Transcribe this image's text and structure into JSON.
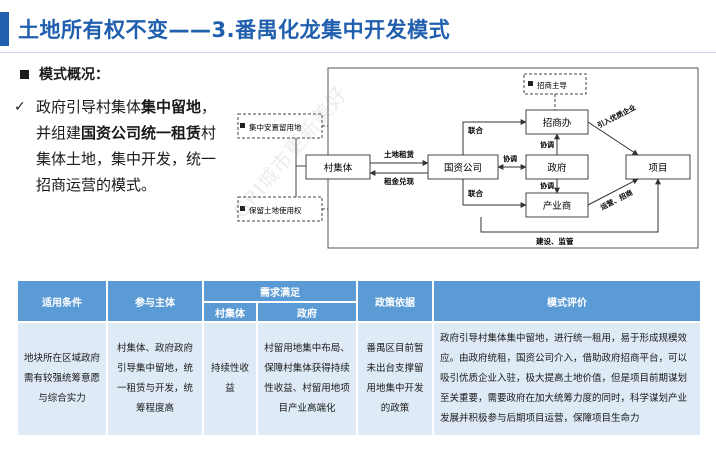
{
  "page": {
    "title": "土地所有权不变——3.番禺化龙集中开发模式"
  },
  "overview": {
    "heading": "模式概况：",
    "bullet_segments": [
      {
        "text": "政府引导村集体",
        "bold": false
      },
      {
        "text": "集中留地",
        "bold": true
      },
      {
        "text": "，并组建",
        "bold": false
      },
      {
        "text": "国资公司统一租赁",
        "bold": true
      },
      {
        "text": "村集体土地，集中开发，统一招商运营的模式。",
        "bold": false
      }
    ]
  },
  "diagram": {
    "nodes": {
      "concentrated_land": "集中安置留用地",
      "reserved_land": "保留土地使用权",
      "village": "村集体",
      "state_company": "国资公司",
      "investment_office": "招商办",
      "government": "政府",
      "industry_bureau": "产业商",
      "project": "项目",
      "investment_lead": "招商主导"
    },
    "labels": {
      "land_lease": "土地租赁",
      "rent_payment": "租金兑现",
      "joint_top": "联合",
      "joint_bottom": "联合",
      "coordinate_left": "协调",
      "coordinate_top": "协调",
      "coordinate_bottom": "协调",
      "attract_enterprise": "引入优质企业",
      "operate_invest": "运营、招商",
      "build_supervise": "建设、监管"
    }
  },
  "table": {
    "headers": {
      "condition": "适用条件",
      "participants": "参与主体",
      "demand": "需求满足",
      "village_col": "村集体",
      "gov_col": "政府",
      "policy": "政策依据",
      "evaluation": "模式评价"
    },
    "row": {
      "condition": "地块所在区域政府需有较强统筹意愿与综合实力",
      "participants": "村集体、政府政府引导集中留地，统一租赁与开发，统筹程度高",
      "village_need": "持续性收益",
      "gov_need": "村留用地集中布局、保障村集体获得持续性收益、村留用地项目产业高端化",
      "policy": "番禺区目前暂未出台支撑留用地集中开发的政策",
      "evaluation": "政府引导村集体集中留地，进行统一租用，易于形成规模效应。由政府统租，国资公司介入，借助政府招商平台，可以吸引优质企业入驻，极大提高土地价值，但是项目前期谋划至关重要，需要政府在加大统筹力度的同时，科学谋划产业发展并积极参与后期项目运营，保障项目生命力"
    }
  },
  "watermark": "GRI城市更新美好"
}
